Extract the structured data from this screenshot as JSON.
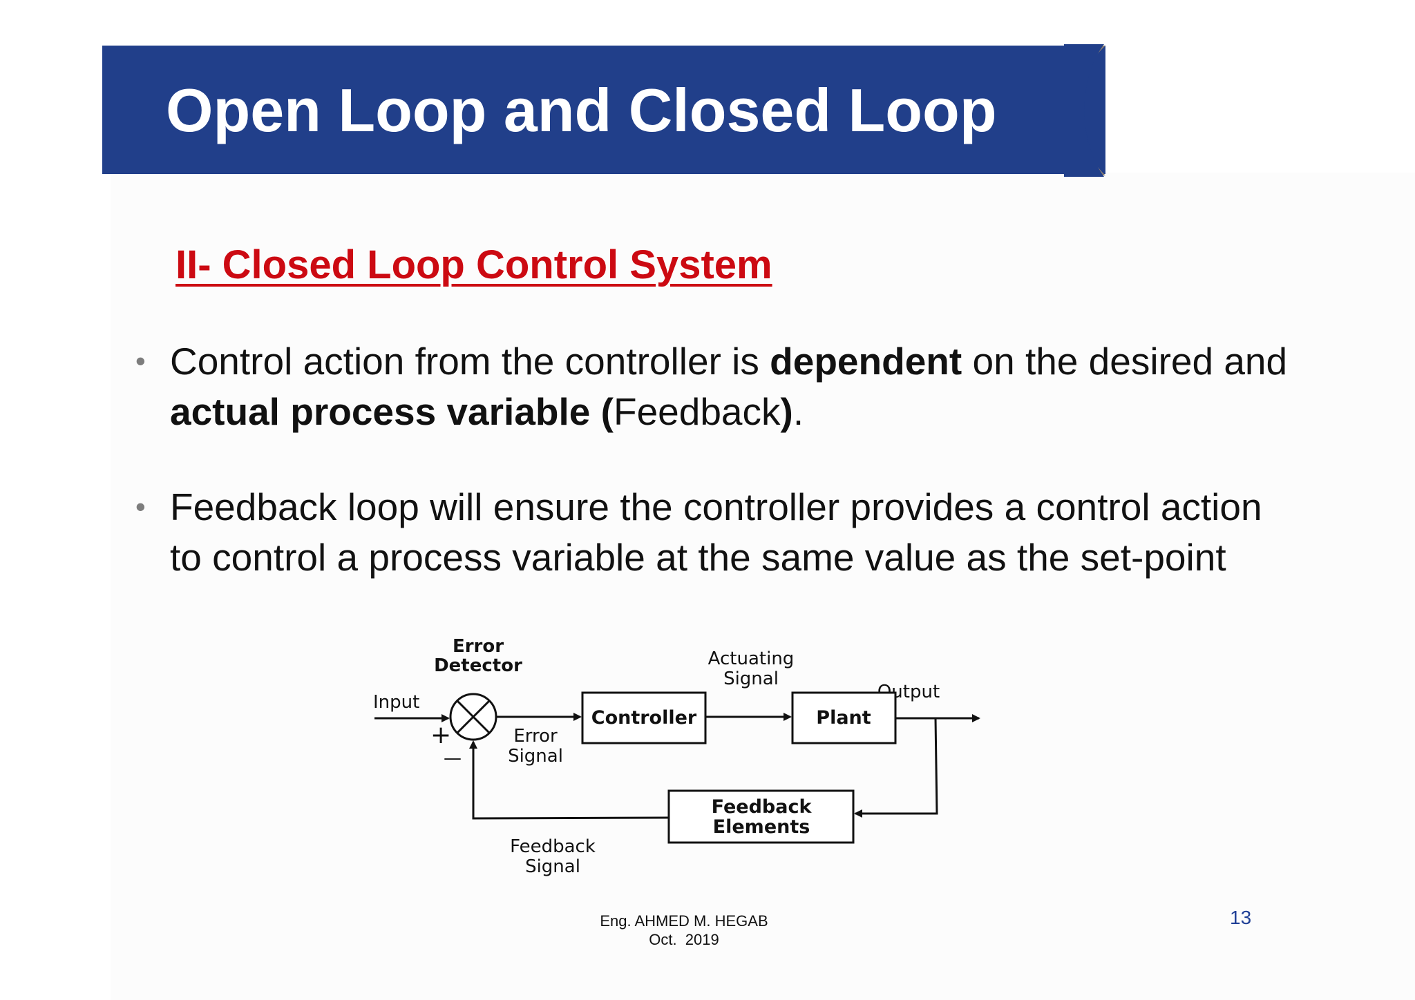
{
  "slide": {
    "title": "Open Loop and Closed Loop",
    "section_heading": "II- Closed Loop Control System",
    "bullets": [
      {
        "marker": "•",
        "t1": "Control action from the controller is ",
        "b1": "dependent",
        "t2": " on the desired and ",
        "b2": "actual process variable (",
        "t3": "Feedback",
        "b3": ")",
        "t4": "."
      },
      {
        "marker": "•",
        "text": " Feedback loop will ensure the controller provides a control action to control a process variable at the same value as the set-point"
      }
    ],
    "diagram": {
      "error_detector_line1": "Error",
      "error_detector_line2": "Detector",
      "input": "Input",
      "plus": "+",
      "minus": "—",
      "error_signal_line1": "Error",
      "error_signal_line2": "Signal",
      "controller": "Controller",
      "actuating_signal_line1": "Actuating",
      "actuating_signal_line2": "Signal",
      "plant": "Plant",
      "output": "Output",
      "feedback_elements_line1": "Feedback",
      "feedback_elements_line2": "Elements",
      "feedback_signal_line1": "Feedback",
      "feedback_signal_line2": "Signal"
    },
    "footer": {
      "author": "Eng. AHMED M. HEGAB",
      "date": "Oct.  2019"
    },
    "page_number": "13"
  },
  "colors": {
    "title_bar": "#213f8a",
    "section_heading": "#cc0a12",
    "page_number": "#1f3f96",
    "swoosh": "#8a7e70"
  }
}
